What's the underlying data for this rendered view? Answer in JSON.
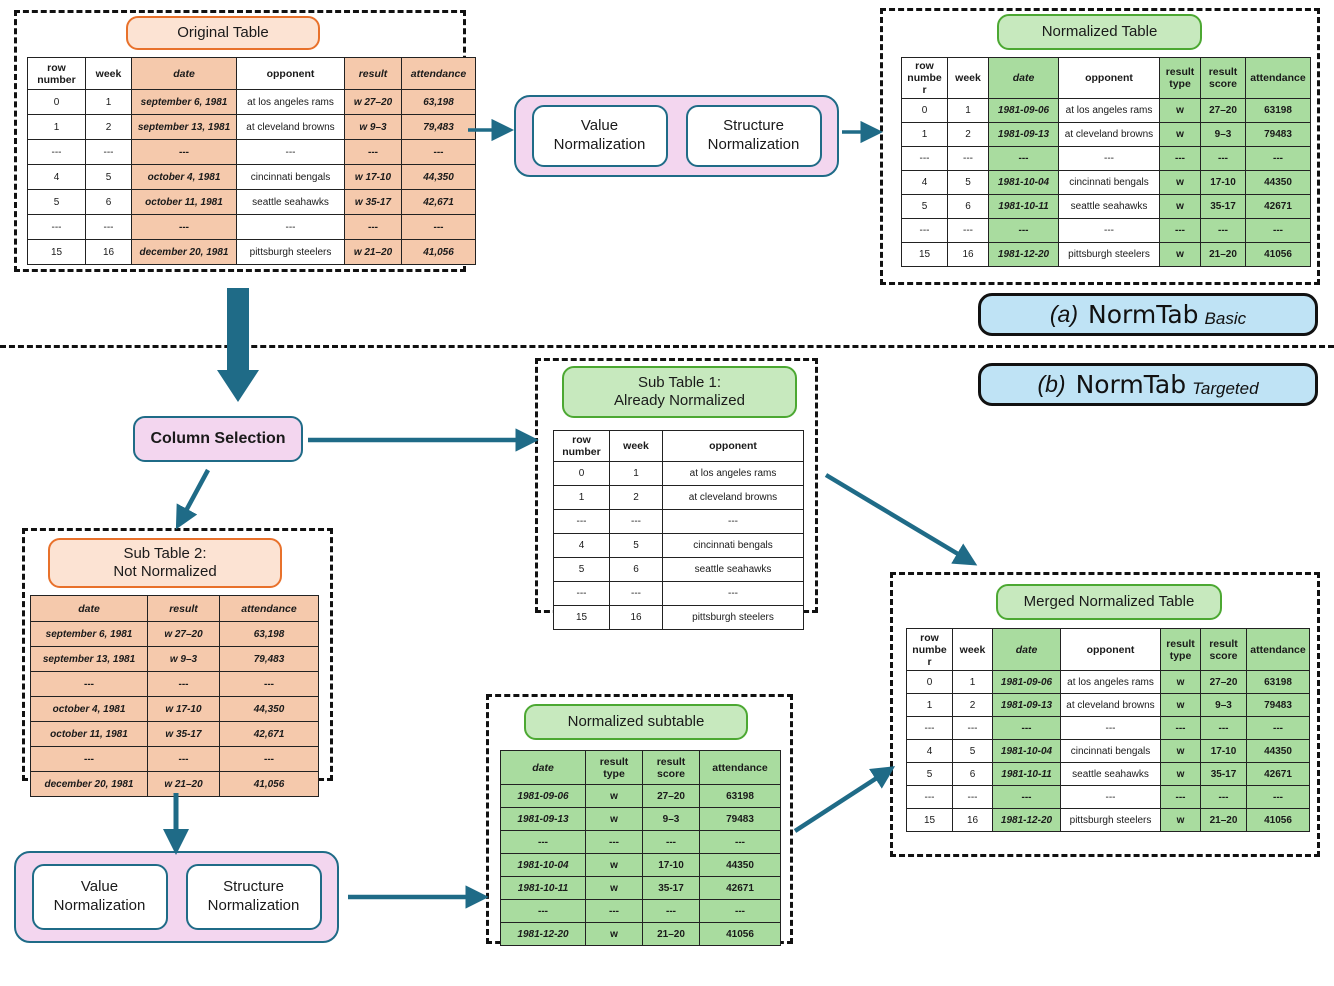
{
  "colors": {
    "orange_fill": "#F5C9AC",
    "orange_pill_fill": "#FCE3D3",
    "orange_border": "#E8712B",
    "green_fill": "#A9DC9F",
    "green_pill_fill": "#C7E9BE",
    "green_border": "#4CA832",
    "pink_fill": "#F3D6EF",
    "teal_border": "#1F6B87",
    "arrow": "#1F6B87",
    "blue_pill_fill": "#BFE3F5",
    "dash_border": "#111111"
  },
  "labels": {
    "original_table": "Original Table",
    "normalized_table": "Normalized Table",
    "sub_table_1": "Sub Table 1:\nAlready Normalized",
    "sub_table_1_line1": "Sub Table 1:",
    "sub_table_1_line2": "Already Normalized",
    "sub_table_2_line1": "Sub Table 2:",
    "sub_table_2_line2": "Not Normalized",
    "normalized_subtable": "Normalized subtable",
    "merged_normalized_table": "Merged Normalized Table",
    "column_selection": "Column Selection",
    "value_normalization": "Value\nNormalization",
    "value_normalization_l1": "Value",
    "value_normalization_l2": "Normalization",
    "structure_normalization_l1": "Structure",
    "structure_normalization_l2": "Normalization",
    "variant_a_prefix": "(a)",
    "variant_a_name": "NormTab",
    "variant_a_sub": "Basic",
    "variant_b_prefix": "(b)",
    "variant_b_name": "NormTab",
    "variant_b_sub": "Targeted"
  },
  "tables": {
    "original": {
      "headers": [
        "row number",
        "week",
        "date",
        "opponent",
        "result",
        "attendance"
      ],
      "highlight_cols": [
        2,
        4,
        5
      ],
      "rows": [
        [
          "0",
          "1",
          "september 6, 1981",
          "at los angeles rams",
          "w 27–20",
          "63,198"
        ],
        [
          "1",
          "2",
          "september 13, 1981",
          "at cleveland browns",
          "w 9–3",
          "79,483"
        ],
        [
          "---",
          "---",
          "---",
          "---",
          "---",
          "---"
        ],
        [
          "4",
          "5",
          "october 4, 1981",
          "cincinnati bengals",
          "w 17-10",
          "44,350"
        ],
        [
          "5",
          "6",
          "october 11, 1981",
          "seattle seahawks",
          "w 35-17",
          "42,671"
        ],
        [
          "---",
          "---",
          "---",
          "---",
          "---",
          "---"
        ],
        [
          "15",
          "16",
          "december 20, 1981",
          "pittsburgh steelers",
          "w 21–20",
          "41,056"
        ]
      ]
    },
    "normalized": {
      "headers": [
        "row numbe r",
        "week",
        "date",
        "opponent",
        "result type",
        "result score",
        "attendance"
      ],
      "highlight_cols": [
        2,
        4,
        5,
        6
      ],
      "rows": [
        [
          "0",
          "1",
          "1981-09-06",
          "at los angeles rams",
          "w",
          "27–20",
          "63198"
        ],
        [
          "1",
          "2",
          "1981-09-13",
          "at cleveland browns",
          "w",
          "9–3",
          "79483"
        ],
        [
          "---",
          "---",
          "---",
          "---",
          "---",
          "---",
          "---"
        ],
        [
          "4",
          "5",
          "1981-10-04",
          "cincinnati bengals",
          "w",
          "17-10",
          "44350"
        ],
        [
          "5",
          "6",
          "1981-10-11",
          "seattle seahawks",
          "w",
          "35-17",
          "42671"
        ],
        [
          "---",
          "---",
          "---",
          "---",
          "---",
          "---",
          "---"
        ],
        [
          "15",
          "16",
          "1981-12-20",
          "pittsburgh steelers",
          "w",
          "21–20",
          "41056"
        ]
      ]
    },
    "sub1": {
      "headers": [
        "row number",
        "week",
        "opponent"
      ],
      "highlight_cols": [],
      "rows": [
        [
          "0",
          "1",
          "at los angeles rams"
        ],
        [
          "1",
          "2",
          "at cleveland browns"
        ],
        [
          "---",
          "---",
          "---"
        ],
        [
          "4",
          "5",
          "cincinnati bengals"
        ],
        [
          "5",
          "6",
          "seattle seahawks"
        ],
        [
          "---",
          "---",
          "---"
        ],
        [
          "15",
          "16",
          "pittsburgh steelers"
        ]
      ]
    },
    "sub2": {
      "headers": [
        "date",
        "result",
        "attendance"
      ],
      "highlight_cols": [
        0,
        1,
        2
      ],
      "rows": [
        [
          "september 6, 1981",
          "w 27–20",
          "63,198"
        ],
        [
          "september 13, 1981",
          "w 9–3",
          "79,483"
        ],
        [
          "---",
          "---",
          "---"
        ],
        [
          "october 4, 1981",
          "w 17-10",
          "44,350"
        ],
        [
          "october 11, 1981",
          "w 35-17",
          "42,671"
        ],
        [
          "---",
          "---",
          "---"
        ],
        [
          "december 20, 1981",
          "w 21–20",
          "41,056"
        ]
      ]
    },
    "normalized_sub": {
      "headers": [
        "date",
        "result type",
        "result score",
        "attendance"
      ],
      "highlight_cols": [
        0,
        1,
        2,
        3
      ],
      "rows": [
        [
          "1981-09-06",
          "w",
          "27–20",
          "63198"
        ],
        [
          "1981-09-13",
          "w",
          "9–3",
          "79483"
        ],
        [
          "---",
          "---",
          "---",
          "---"
        ],
        [
          "1981-10-04",
          "w",
          "17-10",
          "44350"
        ],
        [
          "1981-10-11",
          "w",
          "35-17",
          "42671"
        ],
        [
          "---",
          "---",
          "---",
          "---"
        ],
        [
          "1981-12-20",
          "w",
          "21–20",
          "41056"
        ]
      ]
    },
    "merged": {
      "headers": [
        "row numbe r",
        "week",
        "date",
        "opponent",
        "result type",
        "result score",
        "attendance"
      ],
      "highlight_cols": [
        2,
        4,
        5,
        6
      ],
      "rows": [
        [
          "0",
          "1",
          "1981-09-06",
          "at los angeles rams",
          "w",
          "27–20",
          "63198"
        ],
        [
          "1",
          "2",
          "1981-09-13",
          "at cleveland browns",
          "w",
          "9–3",
          "79483"
        ],
        [
          "---",
          "---",
          "---",
          "---",
          "---",
          "---",
          "---"
        ],
        [
          "4",
          "5",
          "1981-10-04",
          "cincinnati bengals",
          "w",
          "17-10",
          "44350"
        ],
        [
          "5",
          "6",
          "1981-10-11",
          "seattle seahawks",
          "w",
          "35-17",
          "42671"
        ],
        [
          "---",
          "---",
          "---",
          "---",
          "---",
          "---",
          "---"
        ],
        [
          "15",
          "16",
          "1981-12-20",
          "pittsburgh steelers",
          "w",
          "21–20",
          "41056"
        ]
      ]
    }
  }
}
